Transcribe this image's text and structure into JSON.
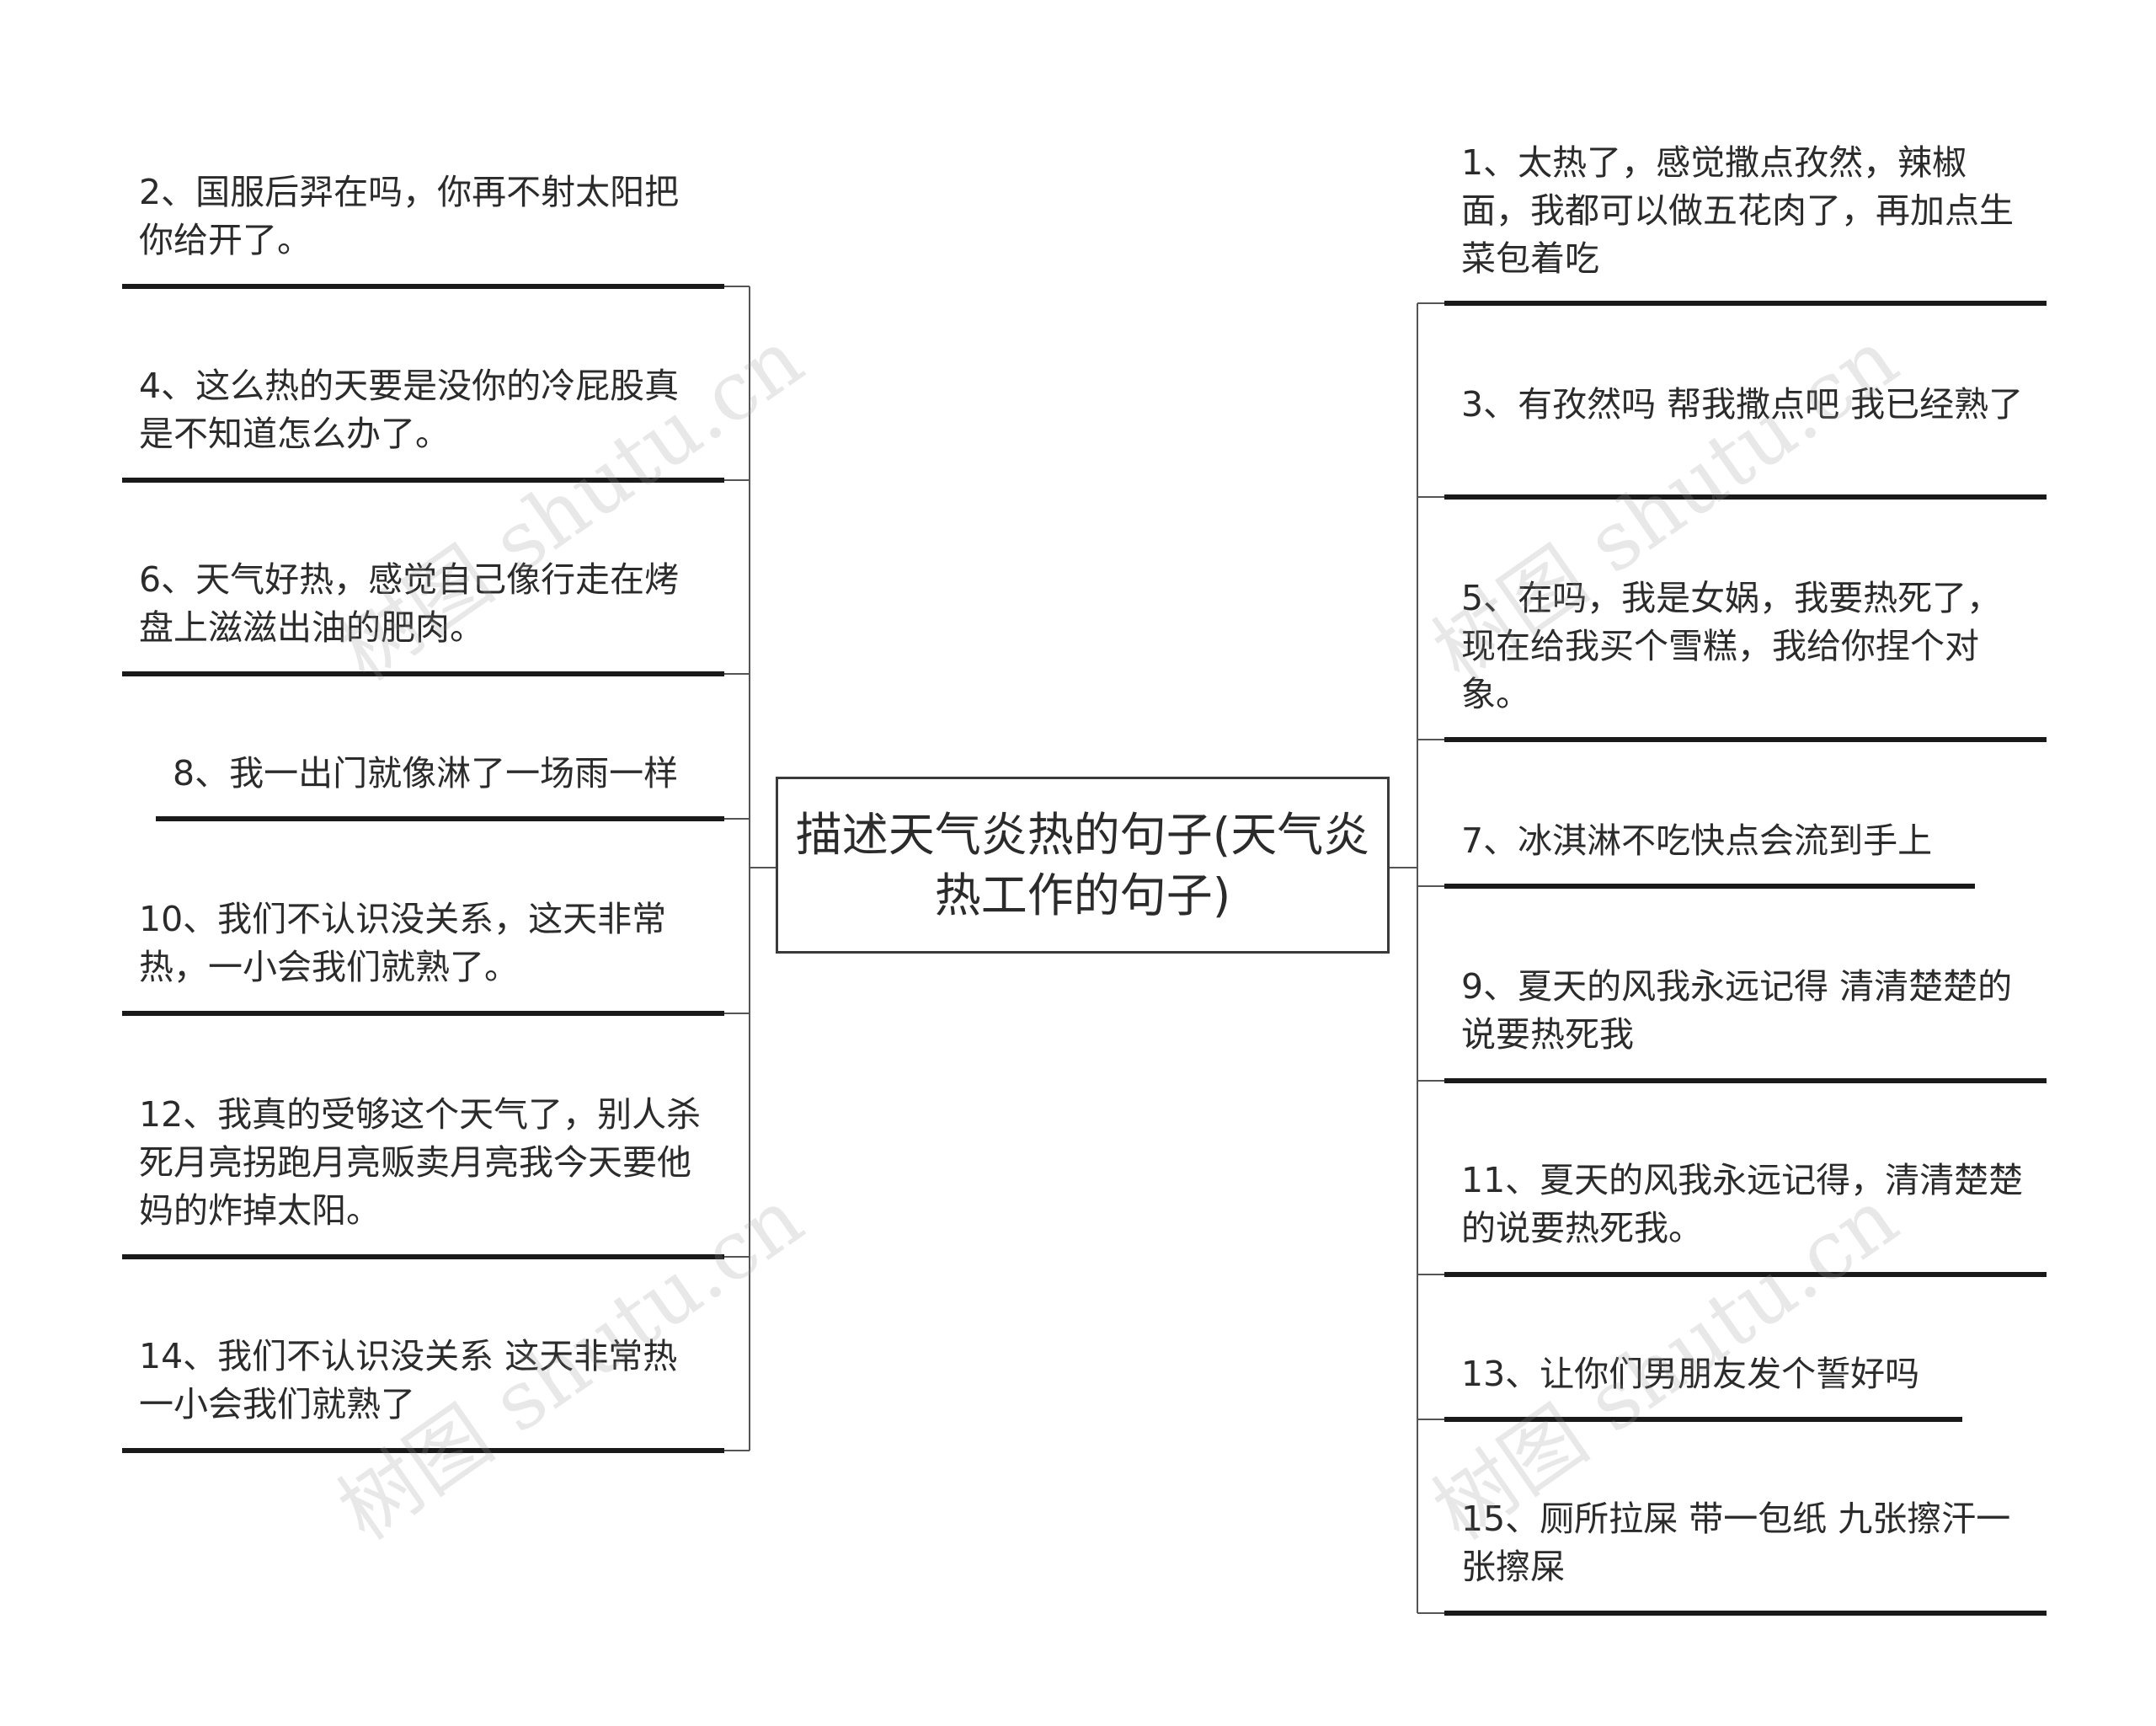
{
  "center": {
    "text": "描述天气炎热的句子(天气炎热工作的句子)"
  },
  "left_items": [
    "2、国服后羿在吗，你再不射太阳把你给开了。",
    "4、这么热的天要是没你的冷屁股真是不知道怎么办了。",
    "6、天气好热，感觉自己像行走在烤盘上滋滋出油的肥肉。",
    "8、我一出门就像淋了一场雨一样",
    "10、我们不认识没关系，这天非常热，一小会我们就熟了。",
    "12、我真的受够这个天气了，别人杀死月亮拐跑月亮贩卖月亮我今天要他妈的炸掉太阳。",
    "14、我们不认识没关系 这天非常热 一小会我们就熟了"
  ],
  "right_items": [
    "1、太热了，感觉撒点孜然，辣椒面，我都可以做五花肉了，再加点生菜包着吃",
    "3、有孜然吗 帮我撒点吧 我已经熟了",
    "5、在吗，我是女娲，我要热死了，现在给我买个雪糕，我给你捏个对象。",
    "7、冰淇淋不吃快点会流到手上",
    "9、夏天的风我永远记得 清清楚楚的说要热死我",
    "11、夏天的风我永远记得，清清楚楚的说要热死我。",
    "13、让你们男朋友发个誓好吗",
    "15、厕所拉屎 带一包纸 九张擦汗一张擦屎"
  ],
  "watermark": "树图 shutu.cn",
  "colors": {
    "line": "#1a1a1a",
    "connector": "#555555",
    "text": "#2b2b2b"
  }
}
